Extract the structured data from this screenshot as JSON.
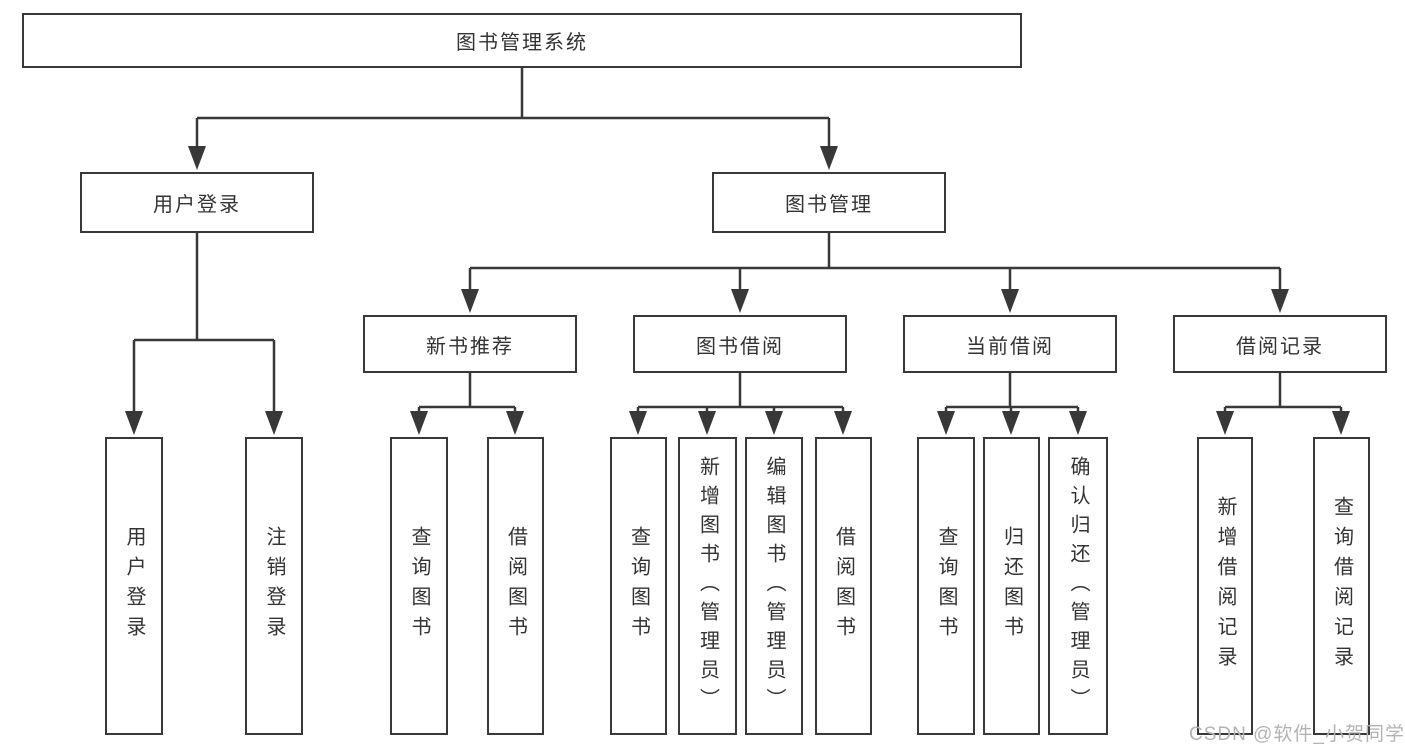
{
  "diagram": {
    "type": "hierarchy-chart",
    "colors": {
      "line": "#383838",
      "box_border": "#383838",
      "box_background": "#ffffff",
      "text": "#333333",
      "watermark_text": "#b3b3b3"
    },
    "nodes": {
      "root": {
        "label": "图书管理系统"
      },
      "branches": [
        {
          "label": "用户登录",
          "children": [
            {
              "label": "用户登录"
            },
            {
              "label": "注销登录"
            }
          ]
        },
        {
          "label": "图书管理",
          "children": [
            {
              "label": "新书推荐",
              "children": [
                {
                  "label": "查询图书"
                },
                {
                  "label": "借阅图书"
                }
              ]
            },
            {
              "label": "图书借阅",
              "children": [
                {
                  "label": "查询图书"
                },
                {
                  "label": "新增图书（管理员）"
                },
                {
                  "label": "编辑图书（管理员）"
                },
                {
                  "label": "借阅图书"
                }
              ]
            },
            {
              "label": "当前借阅",
              "children": [
                {
                  "label": "查询图书"
                },
                {
                  "label": "归还图书"
                },
                {
                  "label": "确认归还（管理员）"
                }
              ]
            },
            {
              "label": "借阅记录",
              "children": [
                {
                  "label": "新增借阅记录"
                },
                {
                  "label": "查询借阅记录"
                }
              ]
            }
          ]
        }
      ]
    },
    "watermark": {
      "text": "CSDN @软件_小贺同学"
    }
  }
}
